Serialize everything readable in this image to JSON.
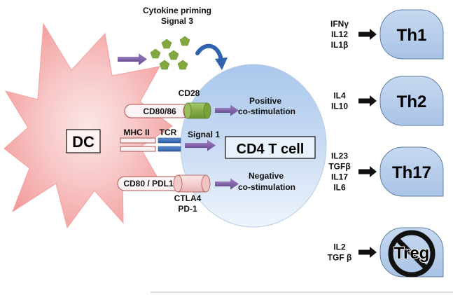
{
  "priming": {
    "line1": "Cytokine priming",
    "line2": "Signal 3"
  },
  "dc": {
    "label": "DC"
  },
  "tcell": {
    "label": "CD4 T cell"
  },
  "receptors": {
    "cd28": "CD28",
    "cd80_86": "CD80/86",
    "mhc2": "MHC II",
    "tcr": "TCR",
    "signal1": "Signal 1",
    "cd80_pdl1": "CD80 / PDL1",
    "ctla4": "CTLA4",
    "pd1": "PD-1"
  },
  "costim": {
    "positive_l1": "Positive",
    "positive_l2": "co-stimulation",
    "negative_l1": "Negative",
    "negative_l2": "co-stimulation"
  },
  "subsets": [
    {
      "name": "Th1",
      "cytokines": [
        "IFNγ",
        "IL12",
        "IL1β"
      ]
    },
    {
      "name": "Th2",
      "cytokines": [
        "IL4",
        "IL10"
      ]
    },
    {
      "name": "Th17",
      "cytokines": [
        "IL23",
        "TGFβ",
        "IL17",
        "IL6"
      ]
    },
    {
      "name": "Treg",
      "cytokines": [
        "IL2",
        "TGF β"
      ]
    }
  ],
  "colors": {
    "dc_fill": "#f7a3a3",
    "tcell_fill": "#b8d0ee",
    "subset_fill": "#bcd3ee",
    "arrow_purple": "#7a5aa0",
    "pentagon_green": "#82a83d",
    "curve_blue": "#2f63b0"
  }
}
